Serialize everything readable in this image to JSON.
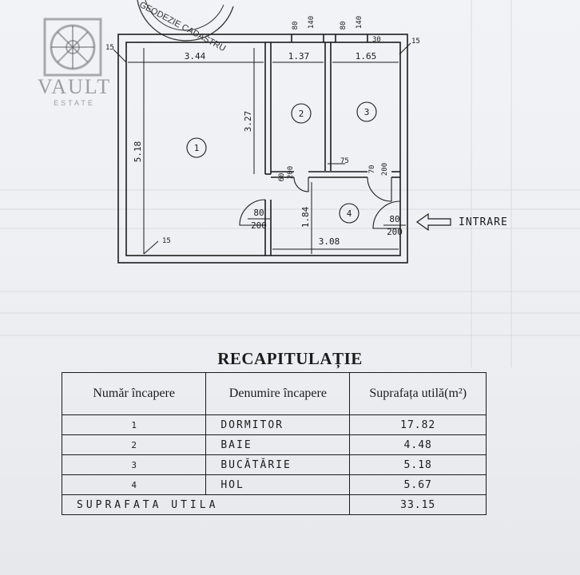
{
  "logo": {
    "name": "VAULT",
    "sub": "ESTATE"
  },
  "stamp": {
    "text": "GEODEZIE CADASTRU"
  },
  "plan": {
    "rooms": [
      "1",
      "2",
      "3",
      "4"
    ],
    "dimensions": {
      "top_left": "3.44",
      "top_mid": "1.37",
      "top_right": "1.65",
      "left_vertical": "5.18",
      "inner_vertical": "3.27",
      "hall_vertical": "1.84",
      "bottom_hall": "3.08",
      "corner_15_a": "15",
      "corner_15_b": "15",
      "corner_15_c": "15",
      "window_a_w": "80",
      "window_a_h": "140",
      "window_b_w": "80",
      "window_b_h": "140",
      "small_30": "30",
      "small_75": "75",
      "door_bath_w": "60",
      "door_bath_h": "200",
      "door_kitchen_w": "70",
      "door_kitchen_h": "200",
      "door_bed_w": "80",
      "door_bed_h": "200",
      "door_entry_w": "80",
      "door_entry_h": "200"
    },
    "entrance_label": "INTRARE"
  },
  "recap": {
    "title": "RECAPITULAȚIE",
    "headers": [
      "Număr încapere",
      "Denumire încapere",
      "Suprafața utilă(m²)"
    ],
    "rows": [
      {
        "num": "1",
        "name": "DORMITOR",
        "area": "17.82"
      },
      {
        "num": "2",
        "name": "BAIE",
        "area": "4.48"
      },
      {
        "num": "3",
        "name": "BUCĂTĂRIE",
        "area": "5.18"
      },
      {
        "num": "4",
        "name": "HOL",
        "area": "5.67"
      }
    ],
    "total_label": "SUPRAFATA UTILA",
    "total_value": "33.15"
  }
}
